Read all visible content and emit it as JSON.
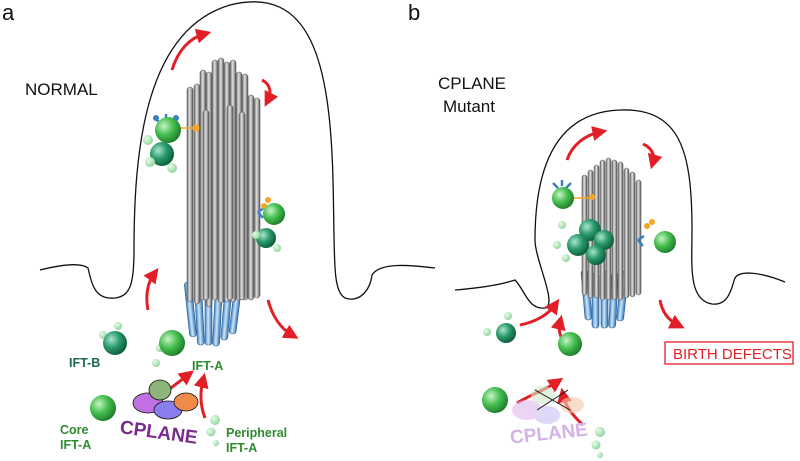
{
  "figure": {
    "panels": [
      {
        "letter": "a",
        "condition": "NORMAL",
        "labels": {
          "ift_b": "IFT-B",
          "ift_a": "IFT-A",
          "core_line1": "Core",
          "core_line2": "IFT-A",
          "cplane": "CPLANE",
          "peripheral_line1": "Peripheral",
          "peripheral_line2": "IFT-A"
        }
      },
      {
        "letter": "b",
        "condition_line1": "CPLANE",
        "condition_line2": "Mutant",
        "labels": {
          "cplane": "CPLANE",
          "outcome": "BIRTH DEFECTS"
        }
      }
    ],
    "colors": {
      "arrow": "#e21f26",
      "membrane": "#111111",
      "axoneme_gray": "#8c8c8c",
      "basal_blue": "#6fb3e0",
      "ift_a_green": "#3fb54a",
      "ift_b_green": "#1f8a5c",
      "label_dark_green": "#1b6b4a",
      "label_green": "#2e8b2e",
      "cplane_purple": "#7a2a8c",
      "cplane_faded": "#d6b3e6",
      "cargo_blue": "#3a7fc6",
      "cargo_orange": "#f5a623",
      "defect_red": "#e21f26"
    }
  }
}
